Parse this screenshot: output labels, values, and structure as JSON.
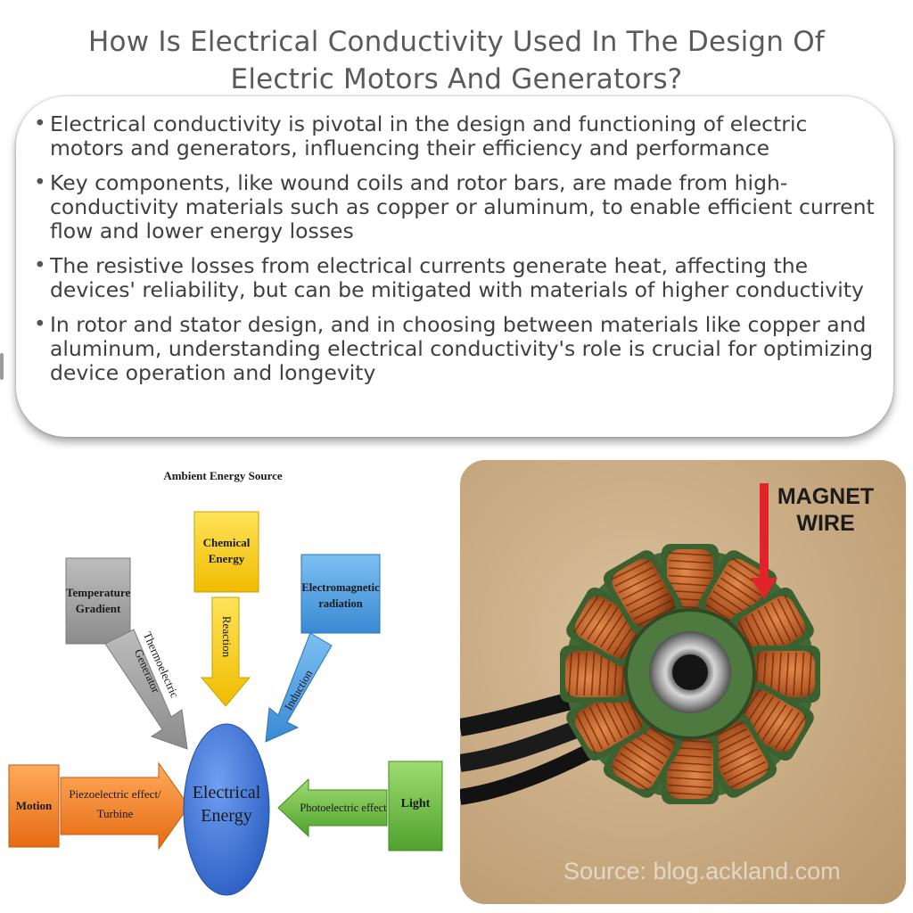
{
  "header": {
    "title": "How Is Electrical Conductivity Used In The Design Of Electric Motors And Generators?"
  },
  "bullets": [
    "Electrical conductivity is pivotal in the design and functioning of electric motors and generators, influencing their efficiency and performance",
    "Key components, like wound coils and rotor bars, are made from high-conductivity materials such as copper or aluminum, to enable efficient current flow and lower energy losses",
    "The resistive losses from electrical currents generate heat, affecting the devices' reliability, but can be mitigated with materials of higher conductivity",
    "In rotor and stator design, and in choosing between materials like copper and aluminum, understanding electrical conductivity's role is crucial for optimizing device operation and longevity"
  ],
  "bullet_symbol": "•",
  "diagram": {
    "title": "Ambient Energy Source",
    "center": "Electrical Energy",
    "sources": {
      "chemical": "Chemical Energy",
      "temperature": "Temperature Gradient",
      "electromagnetic": "Electromagnetic radiation",
      "motion": "Motion",
      "light": "Light"
    },
    "processes": {
      "reaction": "Reaction",
      "thermo": "Thermoelectric Generator",
      "induction": "Induction",
      "piezo": "Piezoelectric effect/ Turbine",
      "photo": "Photoelectric effect"
    },
    "colors": {
      "chemical": "#f2c200",
      "temperature": "#9a9a9a",
      "electromagnetic": "#3d8fd6",
      "motion": "#e9751f",
      "light": "#5fb13c",
      "center": "#3a6fd1"
    }
  },
  "photo": {
    "annotation": "MAGNET WIRE",
    "source": "Source: blog.ackland.com",
    "arrow_color": "#e0242a"
  }
}
